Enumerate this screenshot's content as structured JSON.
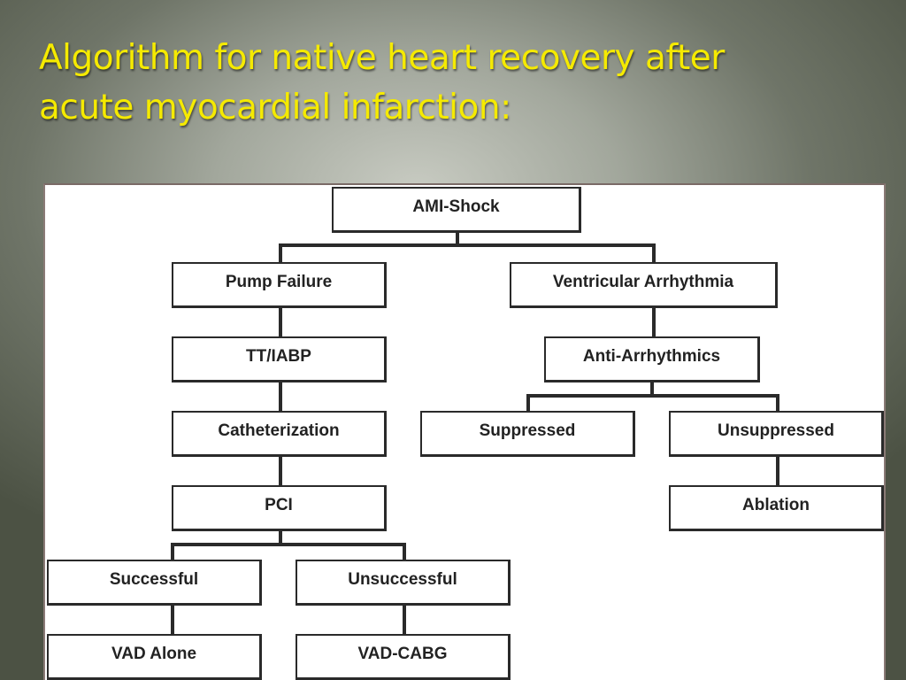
{
  "slide": {
    "title_line1": "Algorithm for native heart recovery after",
    "title_line2": "acute myocardial infarction:"
  },
  "flowchart": {
    "root": "AMI-Shock",
    "left_branch": {
      "head": "Pump Failure",
      "steps": [
        "TT/IABP",
        "Catheterization",
        "PCI"
      ],
      "outcomes": [
        {
          "label": "Successful",
          "next": "VAD Alone"
        },
        {
          "label": "Unsuccessful",
          "next": "VAD-CABG"
        }
      ]
    },
    "right_branch": {
      "head": "Ventricular Arrhythmia",
      "step": "Anti-Arrhythmics",
      "outcomes": [
        {
          "label": "Suppressed"
        },
        {
          "label": "Unsuppressed",
          "next": "Ablation"
        }
      ]
    }
  },
  "colors": {
    "title": "#f5ea00",
    "box_border": "#2a2a2a",
    "panel": "#ffffff"
  }
}
